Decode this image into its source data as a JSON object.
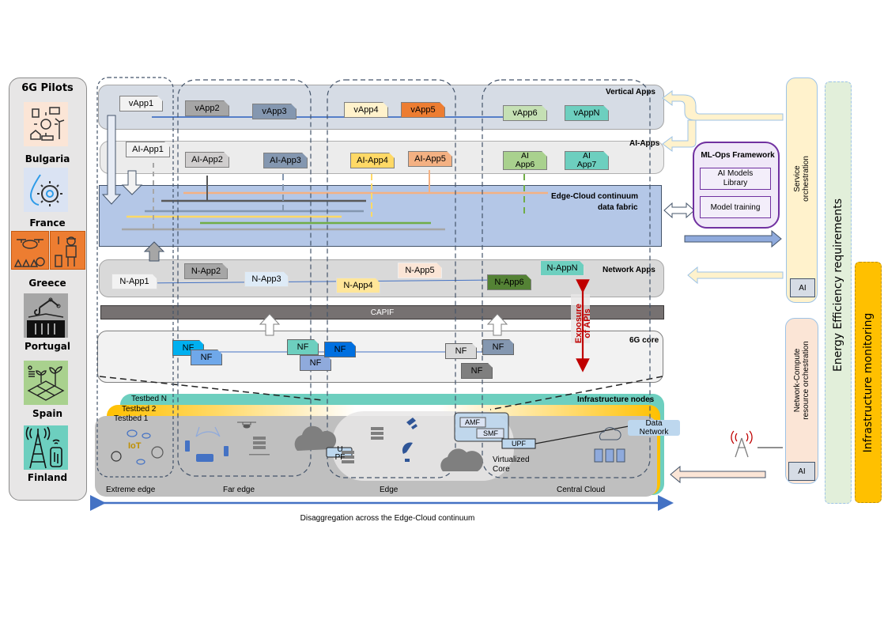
{
  "pilots": {
    "title": "6G Pilots",
    "items": [
      {
        "label": "Bulgaria",
        "icon": "energy-grid-icon",
        "bg": "#fbe5d6"
      },
      {
        "label": "France",
        "icon": "water-gear-icon",
        "bg": "#dae3f3"
      },
      {
        "label": "Greece",
        "icon": "drone-firefighter-icon",
        "bg": "#ed7d31"
      },
      {
        "label": "Portugal",
        "icon": "port-crane-container-icon",
        "bg": "#a6a6a6"
      },
      {
        "label": "Spain",
        "icon": "smart-agriculture-icon",
        "bg": "#a9d18e"
      },
      {
        "label": "Finland",
        "icon": "tower-phone-icon",
        "bg": "#6dcfbf"
      }
    ]
  },
  "layers": {
    "vertical_apps": {
      "label": "Vertical Apps",
      "apps": [
        {
          "label": "vApp1",
          "color": "#f2f2f2"
        },
        {
          "label": "vApp2",
          "color": "#a6a6a6"
        },
        {
          "label": "vApp3",
          "color": "#8497b0"
        },
        {
          "label": "vApp4",
          "color": "#fff2cc"
        },
        {
          "label": "vApp5",
          "color": "#ed7d31"
        },
        {
          "label": "vApp6",
          "color": "#c5e0b4"
        },
        {
          "label": "vAppN",
          "color": "#6dcfbf"
        }
      ]
    },
    "ai_apps": {
      "label": "AI-Apps",
      "apps": [
        {
          "label": "AI-App1",
          "color": "#f2f2f2"
        },
        {
          "label": "AI-App2",
          "color": "#d0cece"
        },
        {
          "label": "AI-App3",
          "color": "#8497b0"
        },
        {
          "label": "AI-App4",
          "color": "#ffd966"
        },
        {
          "label": "AI-App5",
          "color": "#f4b183"
        },
        {
          "label": "AI App6",
          "color": "#a9d18e"
        },
        {
          "label": "AI App7",
          "color": "#6dcfbf"
        }
      ]
    },
    "data_fabric": {
      "label_line1": "Edge-Cloud continuum",
      "label_line2": "data fabric"
    },
    "network_apps": {
      "label": "Network Apps",
      "apps": [
        {
          "label": "N-App1",
          "color": "#f2f2f2"
        },
        {
          "label": "N-App2",
          "color": "#a6a6a6"
        },
        {
          "label": "N-App3",
          "color": "#deebf7"
        },
        {
          "label": "N-App4",
          "color": "#ffe699"
        },
        {
          "label": "N-App5",
          "color": "#fbe5d6"
        },
        {
          "label": "N-App6",
          "color": "#548235"
        },
        {
          "label": "N-AppN",
          "color": "#6dcfbf"
        }
      ]
    },
    "capif": {
      "label": "CAPIF"
    },
    "exposure": {
      "line1": "Exposure",
      "line2": "of APIs",
      "color": "#c00000"
    },
    "core": {
      "label": "6G core",
      "nfs": [
        {
          "label": "NF",
          "color": "#00b0f0"
        },
        {
          "label": "NF",
          "color": "#6fa8ea"
        },
        {
          "label": "NF",
          "color": "#6dcfbf"
        },
        {
          "label": "NF",
          "color": "#8faadc"
        },
        {
          "label": "NF",
          "color": "#0070e0"
        },
        {
          "label": "NF",
          "color": "#d9d9d9"
        },
        {
          "label": "NF",
          "color": "#8497b0"
        },
        {
          "label": "NF",
          "color": "#7f7f7f"
        }
      ]
    },
    "infrastructure": {
      "label": "Infrastructure nodes",
      "testbeds": [
        "Testbed N",
        "Testbed 2",
        "Testbed 1"
      ],
      "iot_label": "IoT",
      "upf_small": "U PF",
      "amf": "AMF",
      "smf": "SMF",
      "upf": "UPF",
      "virtualized_core": "Virtualized Core",
      "data_network": "Data Network",
      "segments": [
        "Extreme edge",
        "Far edge",
        "Edge",
        "Central Cloud"
      ]
    }
  },
  "continuum_caption": "Disaggregation across the Edge-Cloud continuum",
  "mlops": {
    "title": "ML-Ops Framework",
    "items": [
      "AI Models Library",
      "Model training"
    ]
  },
  "service_orchestration": {
    "line1": "Service",
    "line2": "orchestration",
    "ai_badge": "AI"
  },
  "resource_orchestration": {
    "line1": "Network-Compute",
    "line2": "resource orchestration",
    "ai_badge": "AI"
  },
  "energy_efficiency": {
    "label": "Energy Efficiency requirements"
  },
  "infra_monitoring": {
    "label": "Infrastructure monitoring"
  }
}
